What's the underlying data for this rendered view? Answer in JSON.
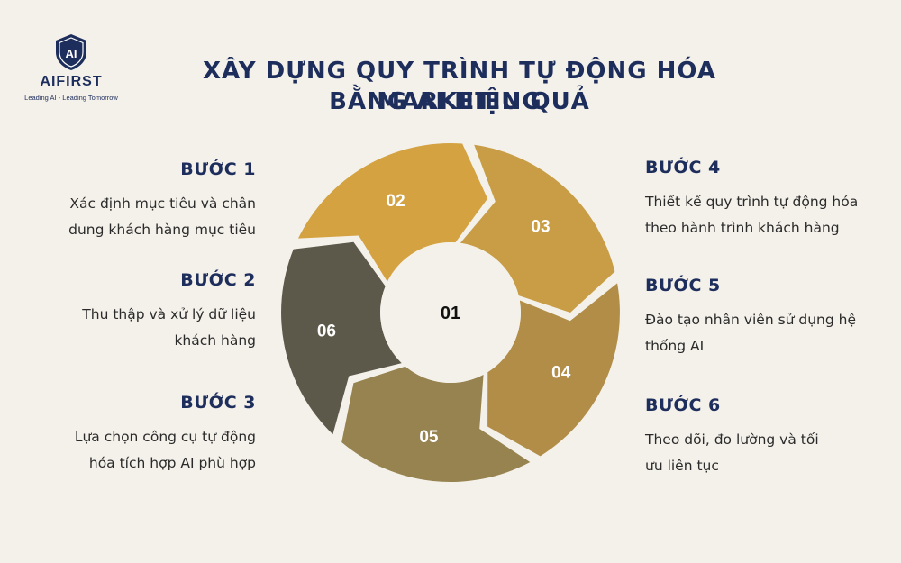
{
  "brand": {
    "name": "AIFIRST",
    "tagline": "Leading AI - Leading Tomorrow",
    "logo_text": "AI",
    "color": "#1d2d5c"
  },
  "title": {
    "line1": "XÂY DỰNG QUY TRÌNH TỰ ĐỘNG HÓA MARKETING",
    "line2": "BẰNG AI HIỆU QUẢ"
  },
  "steps_left": [
    {
      "title": "BƯỚC 1",
      "lines": [
        "Xác định mục tiêu và chân",
        "dung khách hàng mục tiêu"
      ]
    },
    {
      "title": "BƯỚC 2",
      "lines": [
        "Thu thập và xử lý dữ liệu",
        "khách hàng"
      ]
    },
    {
      "title": "BƯỚC 3",
      "lines": [
        "Lựa chọn công cụ tự động",
        "hóa tích hợp AI phù hợp"
      ]
    }
  ],
  "steps_right": [
    {
      "title": "BƯỚC 4",
      "lines": [
        "Thiết kế quy trình tự động hóa",
        "theo hành trình khách hàng"
      ]
    },
    {
      "title": "BƯỚC 5",
      "lines": [
        "Đào tạo nhân viên sử dụng hệ",
        "thống AI"
      ]
    },
    {
      "title": "BƯỚC 6",
      "lines": [
        "Theo dõi, đo lường và tối",
        "ưu liên tục"
      ]
    }
  ],
  "cycle": {
    "center_label": "01",
    "center_color": "#f4f1ea",
    "segments": [
      {
        "label": "02",
        "color": "#d4a240"
      },
      {
        "label": "03",
        "color": "#c89d45"
      },
      {
        "label": "04",
        "color": "#b18d47"
      },
      {
        "label": "05",
        "color": "#96834f"
      },
      {
        "label": "06",
        "color": "#5d594a"
      }
    ]
  }
}
